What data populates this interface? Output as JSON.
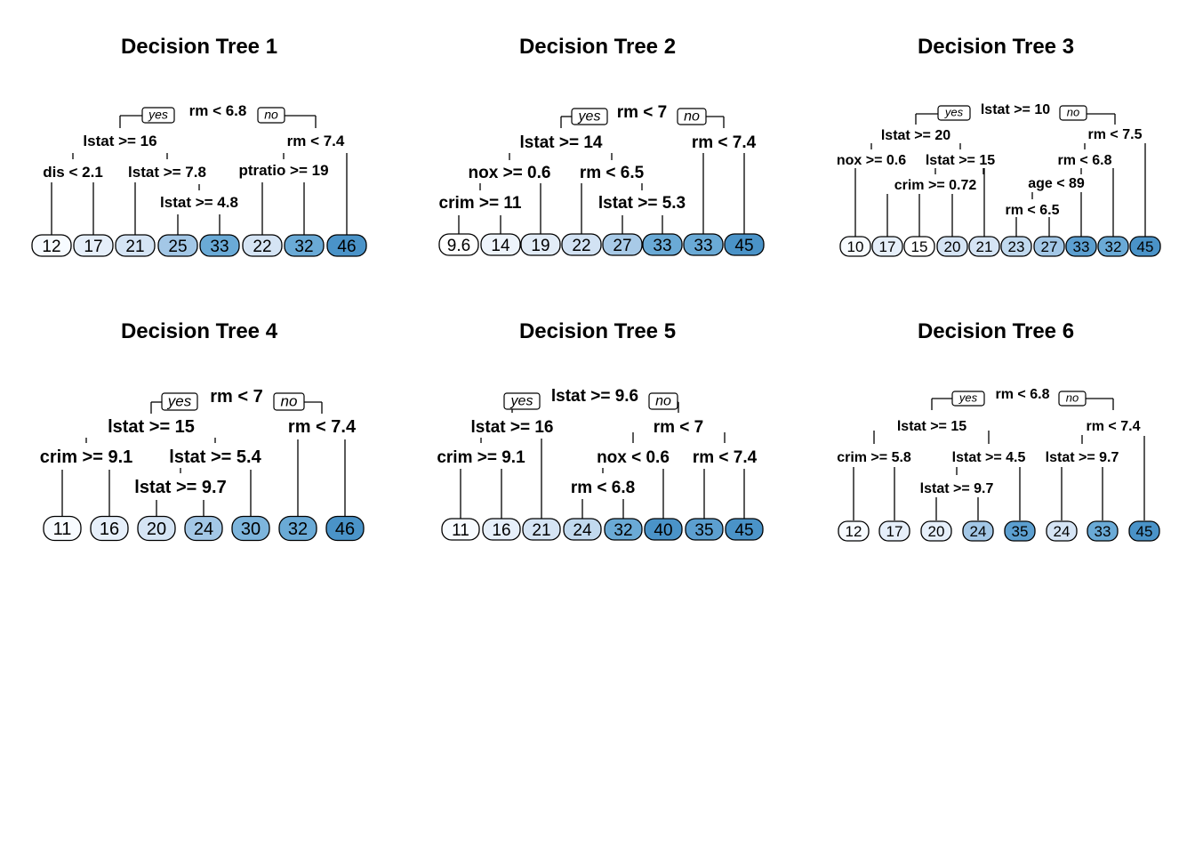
{
  "trees": [
    {
      "title": "Decision Tree 1",
      "root_label": "rm < 6.8",
      "yes_label": "yes",
      "no_label": "no",
      "splits": [
        "lstat >= 16",
        "rm < 7.4",
        "dis < 2.1",
        "lstat >= 7.8",
        "ptratio >= 19",
        "lstat >= 4.8"
      ],
      "leaves": [
        "12",
        "17",
        "21",
        "25",
        "33",
        "22",
        "32",
        "46"
      ],
      "leaf_colors": [
        "#f7fbff",
        "#e6effa",
        "#d5e4f4",
        "#a3c7e6",
        "#6aaad6",
        "#d5e4f4",
        "#6aaad6",
        "#4a93c8"
      ]
    },
    {
      "title": "Decision Tree 2",
      "root_label": "rm < 7",
      "yes_label": "yes",
      "no_label": "no",
      "splits": [
        "lstat >= 14",
        "rm < 7.4",
        "nox >= 0.6",
        "rm < 6.5",
        "crim >= 11",
        "lstat >= 5.3"
      ],
      "leaves": [
        "9.6",
        "14",
        "19",
        "22",
        "27",
        "33",
        "33",
        "45"
      ],
      "leaf_colors": [
        "#ffffff",
        "#eef4fb",
        "#e2ecf7",
        "#d2e2f3",
        "#a8cae7",
        "#6aaad6",
        "#6aaad6",
        "#4a93c8"
      ]
    },
    {
      "title": "Decision Tree 3",
      "root_label": "lstat >= 10",
      "yes_label": "yes",
      "no_label": "no",
      "splits": [
        "lstat >= 20",
        "rm < 7.5",
        "nox >= 0.6",
        "lstat >= 15",
        "rm < 6.8",
        "crim >= 0.72",
        "age < 89",
        "rm < 6.5"
      ],
      "leaves": [
        "10",
        "17",
        "15",
        "20",
        "21",
        "23",
        "27",
        "33",
        "32",
        "45"
      ],
      "leaf_colors": [
        "#f7fbff",
        "#e6effa",
        "#ffffff",
        "#d5e4f4",
        "#d5e4f4",
        "#c1d9ee",
        "#a3c7e6",
        "#5c9fd0",
        "#6aaad6",
        "#4a93c8"
      ]
    },
    {
      "title": "Decision Tree 4",
      "root_label": "rm < 7",
      "yes_label": "yes",
      "no_label": "no",
      "splits": [
        "lstat >= 15",
        "rm < 7.4",
        "crim >= 9.1",
        "lstat >= 5.4",
        "lstat >= 9.7"
      ],
      "leaves": [
        "11",
        "16",
        "20",
        "24",
        "30",
        "32",
        "46"
      ],
      "leaf_colors": [
        "#f7fbff",
        "#e6effa",
        "#d5e4f4",
        "#a3c7e6",
        "#7db5dc",
        "#6aaad6",
        "#4a93c8"
      ]
    },
    {
      "title": "Decision Tree 5",
      "root_label": "lstat >= 9.6",
      "yes_label": "yes",
      "no_label": "no",
      "splits": [
        "lstat >= 16",
        "rm < 7",
        "crim >= 9.1",
        "nox < 0.6",
        "rm < 7.4",
        "rm < 6.8"
      ],
      "leaves": [
        "11",
        "16",
        "21",
        "24",
        "32",
        "40",
        "35",
        "45"
      ],
      "leaf_colors": [
        "#f7fbff",
        "#e6effa",
        "#d5e4f4",
        "#c1d9ee",
        "#6aaad6",
        "#4a93c8",
        "#5c9fd0",
        "#4a93c8"
      ]
    },
    {
      "title": "Decision Tree 6",
      "root_label": "rm < 6.8",
      "yes_label": "yes",
      "no_label": "no",
      "splits": [
        "lstat >= 15",
        "rm < 7.4",
        "crim >= 5.8",
        "lstat >= 4.5",
        "lstat >= 9.7",
        "lstat >= 9.7"
      ],
      "leaves": [
        "12",
        "17",
        "20",
        "24",
        "35",
        "24",
        "33",
        "45"
      ],
      "leaf_colors": [
        "#f7fbff",
        "#e6effa",
        "#e6effa",
        "#a3c7e6",
        "#5c9fd0",
        "#d5e4f4",
        "#6aaad6",
        "#4a93c8"
      ]
    }
  ]
}
